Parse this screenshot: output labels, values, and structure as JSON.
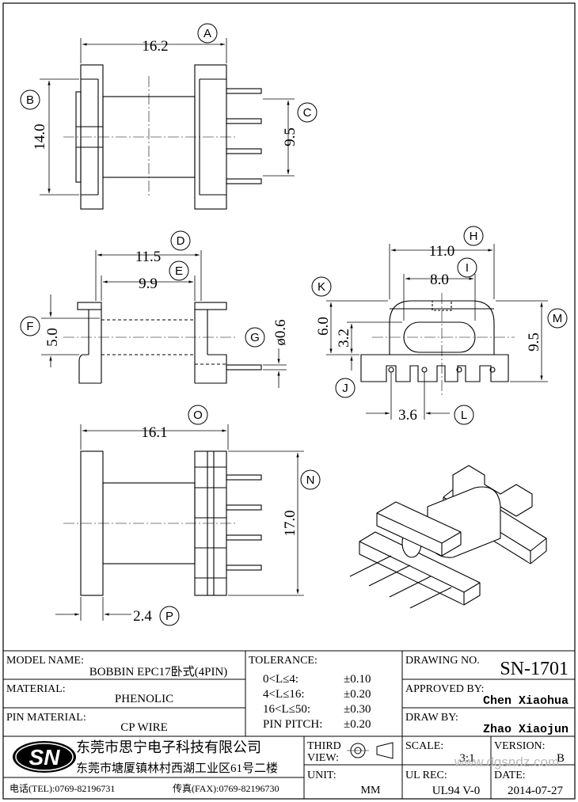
{
  "dimensions": {
    "A": {
      "label": "A",
      "value": "16.2"
    },
    "B": {
      "label": "B",
      "value": "14.0"
    },
    "C": {
      "label": "C",
      "value": "9.5"
    },
    "D": {
      "label": "D",
      "value": "11.5"
    },
    "E": {
      "label": "E",
      "value": "9.9"
    },
    "F": {
      "label": "F",
      "value": "5.0"
    },
    "G": {
      "label": "G",
      "value": "ø0.6"
    },
    "H": {
      "label": "H",
      "value": "11.0"
    },
    "I": {
      "label": "I",
      "value": "8.0"
    },
    "K": {
      "label": "K",
      "value": "6.0"
    },
    "J": {
      "label": "J",
      "value": "3.2"
    },
    "M": {
      "label": "M",
      "value": "9.5"
    },
    "L": {
      "label": "L",
      "value": "3.6"
    },
    "O": {
      "label": "O",
      "value": "16.1"
    },
    "N": {
      "label": "N",
      "value": "17.0"
    },
    "P": {
      "label": "P",
      "value": "2.4"
    }
  },
  "title_block": {
    "model_name_label": "MODEL NAME:",
    "model_name_value": "BOBBIN EPC17卧式(4PIN)",
    "material_label": "MATERIAL:",
    "material_value": "PHENOLIC",
    "pin_material_label": "PIN MATERIAL:",
    "pin_material_value": "CP WIRE",
    "tolerance_label": "TOLERANCE:",
    "tolerances": [
      {
        "range": "0<L≤4:",
        "value": "±0.10"
      },
      {
        "range": "4<L≤16:",
        "value": "±0.20"
      },
      {
        "range": "16<L≤50:",
        "value": "±0.30"
      },
      {
        "range": "PIN PITCH:",
        "value": "±0.20"
      }
    ],
    "drawing_no_label": "DRAWING NO.",
    "drawing_no_value": "SN-1701",
    "approved_by_label": "APPROVED BY:",
    "approved_by_value": "Chen Xiaohua",
    "draw_by_label": "DRAW BY:",
    "draw_by_value": "Zhao Xiaojun",
    "third_view_label_1": "THIRD",
    "third_view_label_2": "VIEW:",
    "unit_label": "UNIT:",
    "unit_value": "MM",
    "scale_label": "SCALE:",
    "scale_value": "3:1",
    "version_label": "VERSION:",
    "version_value": "B",
    "ul_rec_label": "UL REC:",
    "ul_rec_value": "UL94 V-0",
    "date_label": "DATE:",
    "date_value": "2014-07-27",
    "logo_text": "SN",
    "company_name": "东莞市思宁电子科技有限公司",
    "company_address": "东莞市塘厦镇林村西湖工业区61号二楼",
    "tel": "电话(TEL):0769-82196731",
    "fax": "传真(FAX):0769-82196730",
    "watermark": "www.dgsndz.com"
  }
}
